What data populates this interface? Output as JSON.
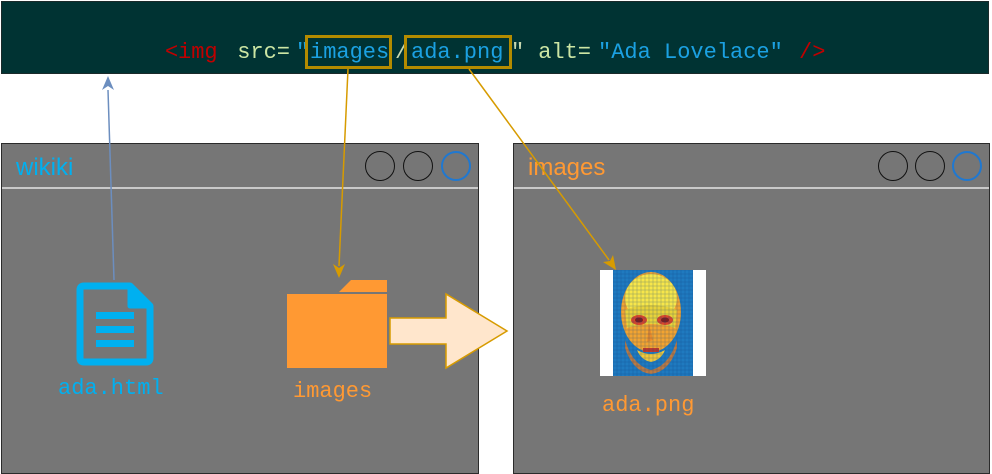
{
  "code": {
    "open_bracket": "<",
    "tag": "img",
    "src_attr": " src=",
    "quote_open": "\"",
    "folder": "images",
    "slash": "/",
    "file": "ada.png",
    "quote_close": "\"",
    "alt_attr": " alt=",
    "alt_value": "\"Ada Lovelace\"",
    "close_tag": "/>"
  },
  "left_window": {
    "title": "wikiki",
    "file_label": "ada.html",
    "folder_label": "images"
  },
  "right_window": {
    "title": "images",
    "image_label": "ada.png"
  },
  "colors": {
    "code_bg": "#003333",
    "window_bg": "#767676",
    "html_blue": "#00b0f0",
    "folder_orange": "#ff9933",
    "highlight": "#b38b00",
    "arrow_blue": "#6c8ebf",
    "arrow_gold": "#d79b00"
  }
}
